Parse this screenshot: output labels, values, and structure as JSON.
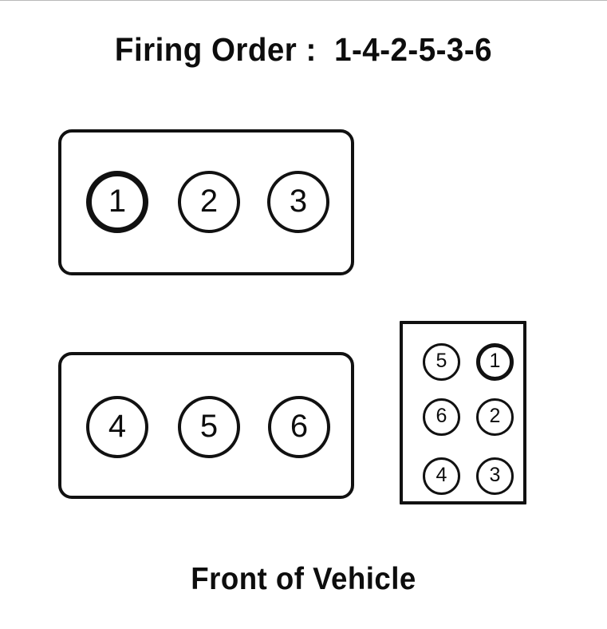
{
  "header": {
    "title_label": "Firing Order :",
    "firing_sequence": "1-4-2-5-3-6",
    "title_full": "Firing Order :  1-4-2-5-3-6"
  },
  "footer": {
    "orientation_label": "Front of Vehicle"
  },
  "engine": {
    "type": "V6",
    "firing_order": [
      1,
      4,
      2,
      5,
      3,
      6
    ],
    "banks": [
      {
        "name": "upper-bank",
        "cylinders": [
          {
            "number": "1",
            "highlighted": true
          },
          {
            "number": "2",
            "highlighted": false
          },
          {
            "number": "3",
            "highlighted": false
          }
        ]
      },
      {
        "name": "lower-bank",
        "cylinders": [
          {
            "number": "4",
            "highlighted": false
          },
          {
            "number": "5",
            "highlighted": false
          },
          {
            "number": "6",
            "highlighted": false
          }
        ]
      }
    ]
  },
  "distributor": {
    "name": "distributor-cap",
    "terminal_rows": [
      [
        {
          "number": "5",
          "highlighted": false
        },
        {
          "number": "1",
          "highlighted": true
        }
      ],
      [
        {
          "number": "6",
          "highlighted": false
        },
        {
          "number": "2",
          "highlighted": false
        }
      ],
      [
        {
          "number": "4",
          "highlighted": false
        },
        {
          "number": "3",
          "highlighted": false
        }
      ]
    ]
  },
  "colors": {
    "ink": "#111111",
    "background": "#ffffff",
    "hairline": "#b9b9b9"
  }
}
